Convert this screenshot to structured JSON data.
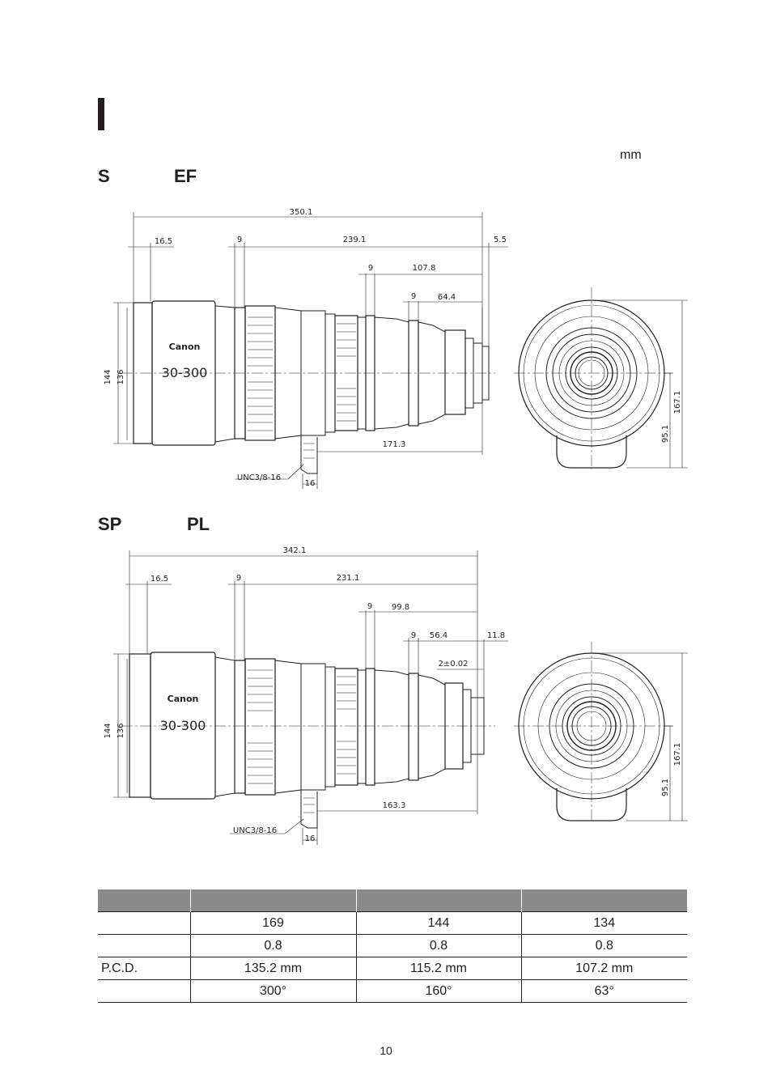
{
  "header": {
    "unit": "mm"
  },
  "sections": [
    {
      "label_left": "S",
      "label_right": "EF",
      "dims": {
        "overall": "350.1",
        "front": "16.5",
        "ring_w1": "9",
        "to_rear": "239.1",
        "rear_gap": "5.5",
        "ring_w2": "9",
        "mid": "107.8",
        "ring_w3": "9",
        "rear": "64.4",
        "dia_outer": "144",
        "dia_inner": "136",
        "tripod": "171.3",
        "screw": "UNC3/8-16",
        "screw_w": "16",
        "height_total": "167.1",
        "height_axis": "95.1",
        "brand": "Canon",
        "model": "30-300"
      }
    },
    {
      "label_left": "SP",
      "label_right": "PL",
      "dims": {
        "overall": "342.1",
        "front": "16.5",
        "ring_w1": "9",
        "to_rear": "231.1",
        "ring_w2": "9",
        "mid": "99.8",
        "ring_w3": "9",
        "rear": "56.4",
        "rear_gap": "11.8",
        "flange": "2±0.02",
        "dia_outer": "144",
        "dia_inner": "136",
        "tripod": "163.3",
        "screw": "UNC3/8-16",
        "screw_w": "16",
        "height_total": "167.1",
        "height_axis": "95.1",
        "brand": "Canon",
        "model": "30-300"
      }
    }
  ],
  "table": {
    "headers": [
      "",
      "",
      "",
      ""
    ],
    "rows": [
      [
        "",
        "169",
        "144",
        "134"
      ],
      [
        "",
        "0.8",
        "0.8",
        "0.8"
      ],
      [
        "P.C.D.",
        "135.2 mm",
        "115.2 mm",
        "107.2 mm"
      ],
      [
        "",
        "300°",
        "160°",
        "63°"
      ]
    ]
  },
  "footer": {
    "page_number": "10"
  }
}
